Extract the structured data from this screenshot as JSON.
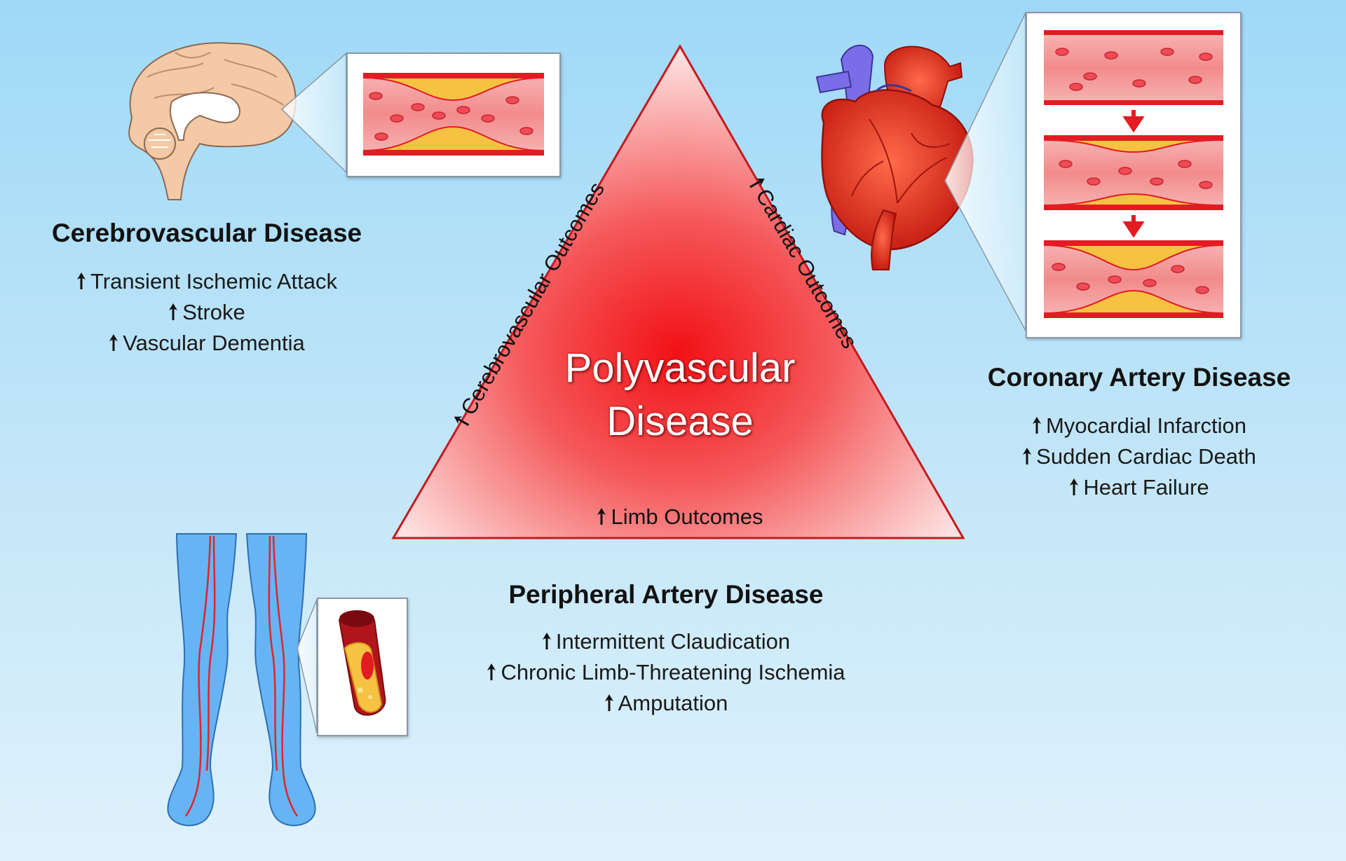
{
  "center": {
    "line1": "Polyvascular",
    "line2": "Disease"
  },
  "triangle_edges": {
    "left": "Cerebrovascular Outcomes",
    "right": "Cardiac Outcomes",
    "bottom": "Limb Outcomes"
  },
  "cerebrovascular": {
    "title": "Cerebrovascular Disease",
    "items": [
      "Transient Ischemic Attack",
      "Stroke",
      "Vascular Dementia"
    ]
  },
  "coronary": {
    "title": "Coronary Artery Disease",
    "items": [
      "Myocardial Infarction",
      "Sudden Cardiac Death",
      "Heart Failure"
    ]
  },
  "peripheral": {
    "title": "Peripheral Artery Disease",
    "items": [
      "Intermittent Claudication",
      "Chronic Limb-Threatening Ischemia",
      "Amputation"
    ]
  },
  "icons": {
    "trend": "up-arrow-icon",
    "organs": [
      "brain-icon",
      "heart-icon",
      "legs-icon"
    ],
    "vessels": [
      "narrowed-artery-icon",
      "progressive-stenosis-icon",
      "plaque-vessel-icon"
    ]
  },
  "colors": {
    "accent_red": "#e31b23",
    "plaque_yellow": "#f5c242",
    "vein_blue": "#6b6fe0",
    "legs_blue": "#5fb0f5"
  }
}
